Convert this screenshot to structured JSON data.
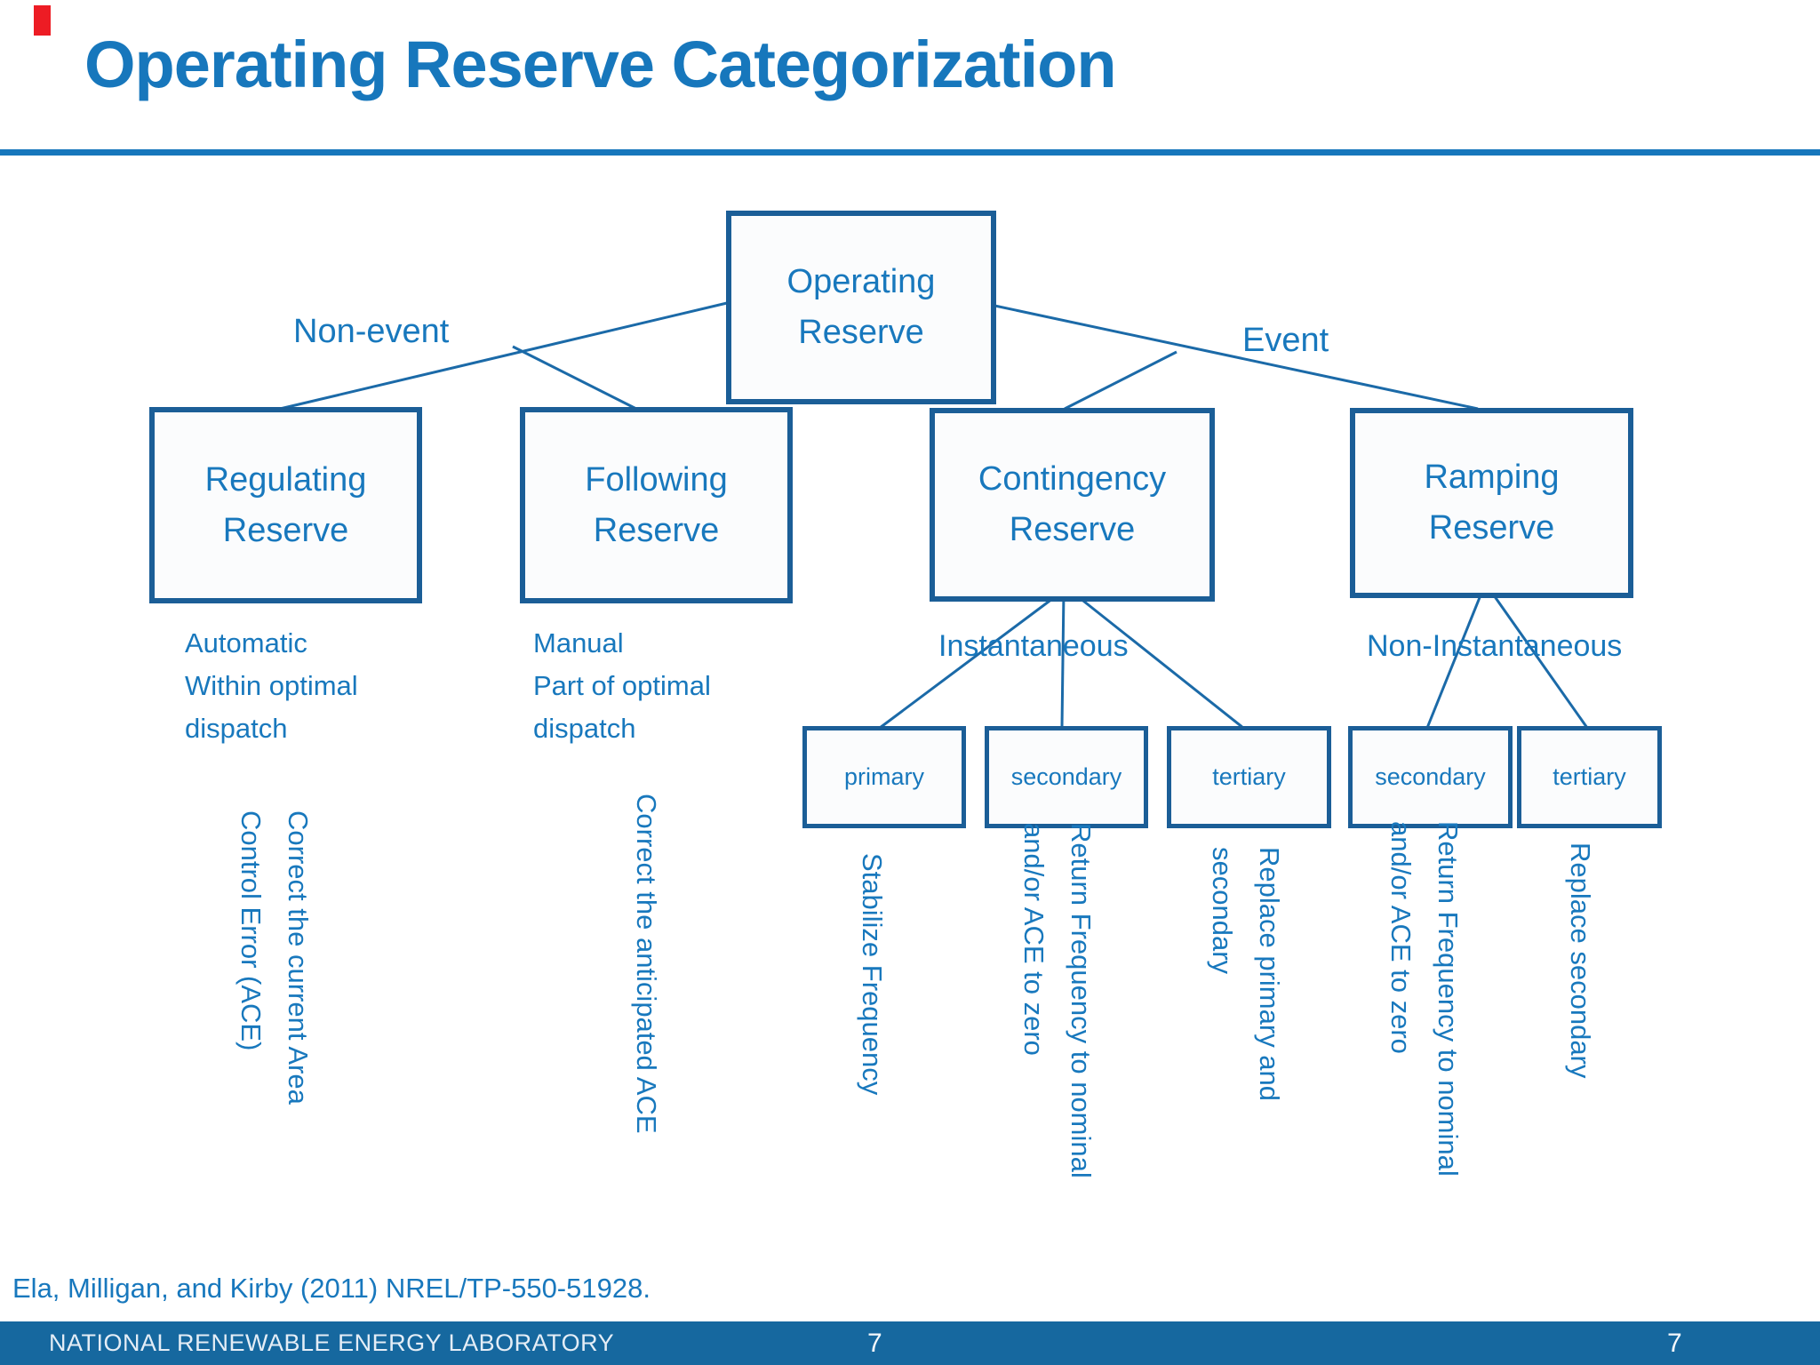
{
  "colors": {
    "accent_blue": "#1878bd",
    "line_blue": "#1b6aa8",
    "border_blue": "#1b5e97",
    "footer_blue": "#16689f",
    "red_marker": "#ed1c24"
  },
  "title": "Operating Reserve Categorization",
  "tree": {
    "root_label": "Operating Reserve",
    "branch_left": "Non-event",
    "branch_right": "Event",
    "nodes": {
      "regulating": "Regulating Reserve",
      "following": "Following Reserve",
      "contingency": "Contingency Reserve",
      "ramping": "Ramping Reserve"
    },
    "notes": {
      "regulating": [
        "Automatic",
        "Within optimal",
        "dispatch"
      ],
      "following": [
        "Manual",
        "Part of optimal",
        "dispatch"
      ],
      "contingency": "Instantaneous",
      "ramping": "Non-Instantaneous"
    },
    "leaves": {
      "primary": "primary",
      "contingency_secondary": "secondary",
      "contingency_tertiary": "tertiary",
      "ramping_secondary": "secondary",
      "ramping_tertiary": "tertiary"
    },
    "details": {
      "regulating": [
        "Correct the current Area",
        "Control Error (ACE)"
      ],
      "following": [
        "Correct the anticipated ACE",
        ""
      ],
      "primary": [
        "Stabilize Frequency",
        ""
      ],
      "contingency_secondary": [
        "Return Frequency to nominal",
        "and/or ACE to zero"
      ],
      "contingency_tertiary": [
        "Replace primary and",
        "secondary"
      ],
      "ramping_secondary": [
        "Return Frequency to nominal",
        "and/or ACE to zero"
      ],
      "ramping_tertiary": [
        "Replace secondary",
        ""
      ]
    }
  },
  "citation": "Ela, Milligan, and Kirby (2011) NREL/TP-550-51928.",
  "footer": {
    "org": "NATIONAL RENEWABLE ENERGY LABORATORY",
    "page_center": "7",
    "page_right": "7"
  }
}
